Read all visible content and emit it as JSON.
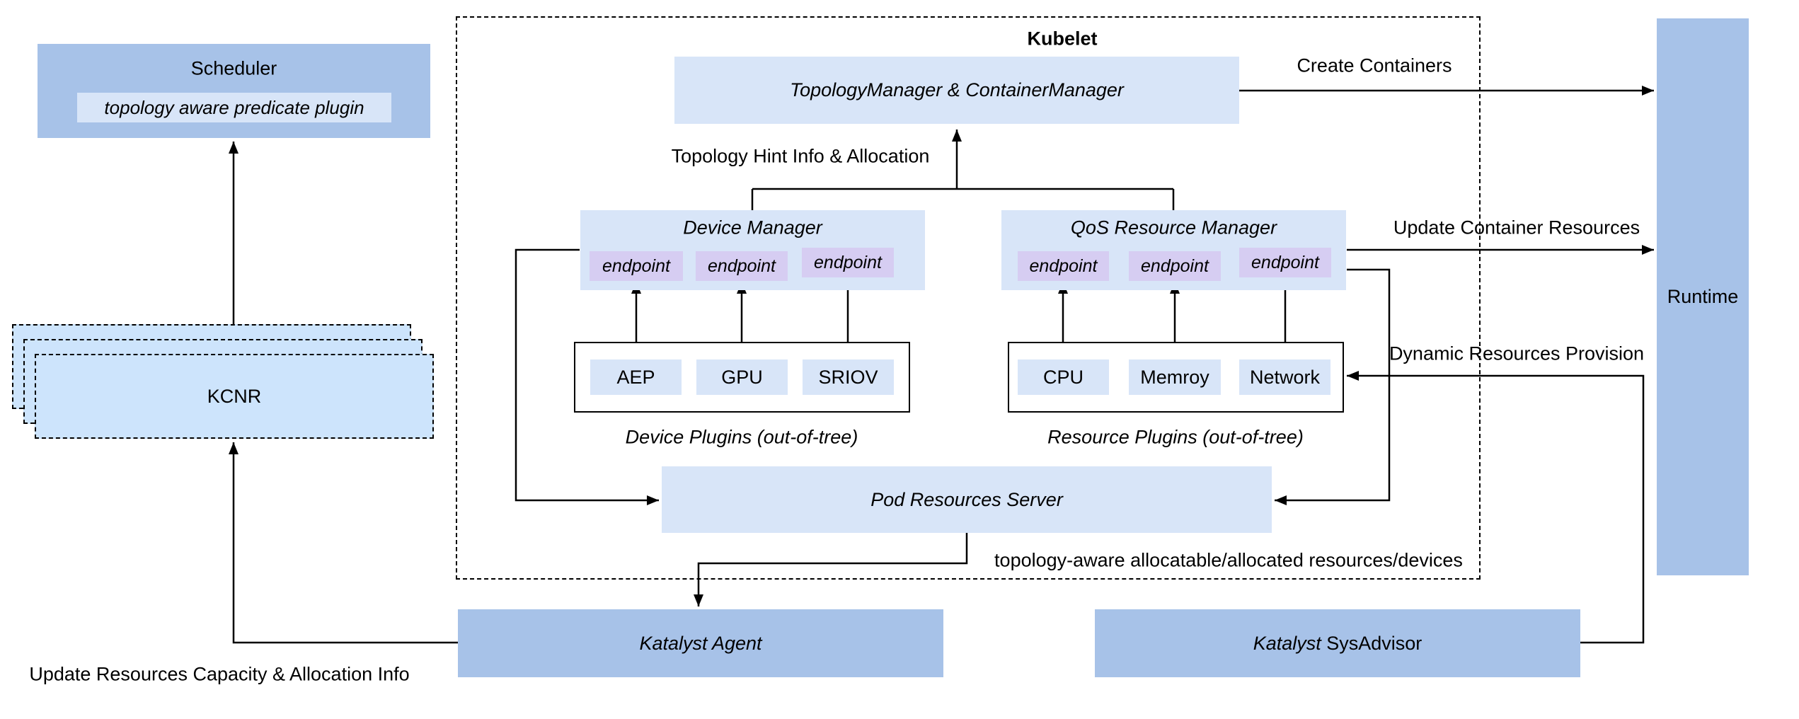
{
  "colors": {
    "medium_blue": "#a7c2e8",
    "light_blue": "#d8e5f8",
    "lavender": "#d6cdf2",
    "kcnr_blue": "#cde4fc",
    "line_black": "#000000"
  },
  "scheduler": {
    "title": "Scheduler",
    "plugin_label": "topology aware predicate plugin"
  },
  "kcnr": {
    "label": "KCNR"
  },
  "kubelet": {
    "label": "Kubelet"
  },
  "topology_manager": {
    "label": "TopologyManager & ContainerManager"
  },
  "device_manager": {
    "title": "Device Manager",
    "endpoints": [
      "endpoint",
      "endpoint",
      "endpoint"
    ]
  },
  "qos_resource_manager": {
    "title": "QoS Resource Manager",
    "endpoints": [
      "endpoint",
      "endpoint",
      "endpoint"
    ]
  },
  "device_plugins": {
    "caption": "Device Plugins (out-of-tree)",
    "items": [
      "AEP",
      "GPU",
      "SRIOV"
    ]
  },
  "resource_plugins": {
    "caption": "Resource Plugins (out-of-tree)",
    "items": [
      "CPU",
      "Memroy",
      "Network"
    ]
  },
  "pod_resources_server": {
    "label": "Pod Resources Server"
  },
  "runtime": {
    "label": "Runtime"
  },
  "katalyst_agent": {
    "label": "Katalyst Agent"
  },
  "katalyst_sysadvisor": {
    "brand": "Katalyst",
    "name": " SysAdvisor"
  },
  "annotations": {
    "create_containers": "Create Containers",
    "topology_hint": "Topology Hint Info & Allocation",
    "update_container_resources": "Update Container Resources",
    "dynamic_resources_provision": "Dynamic Resources Provision",
    "topology_aware": "topology-aware allocatable/allocated resources/devices",
    "update_resources_capacity": "Update Resources Capacity & Allocation Info"
  }
}
